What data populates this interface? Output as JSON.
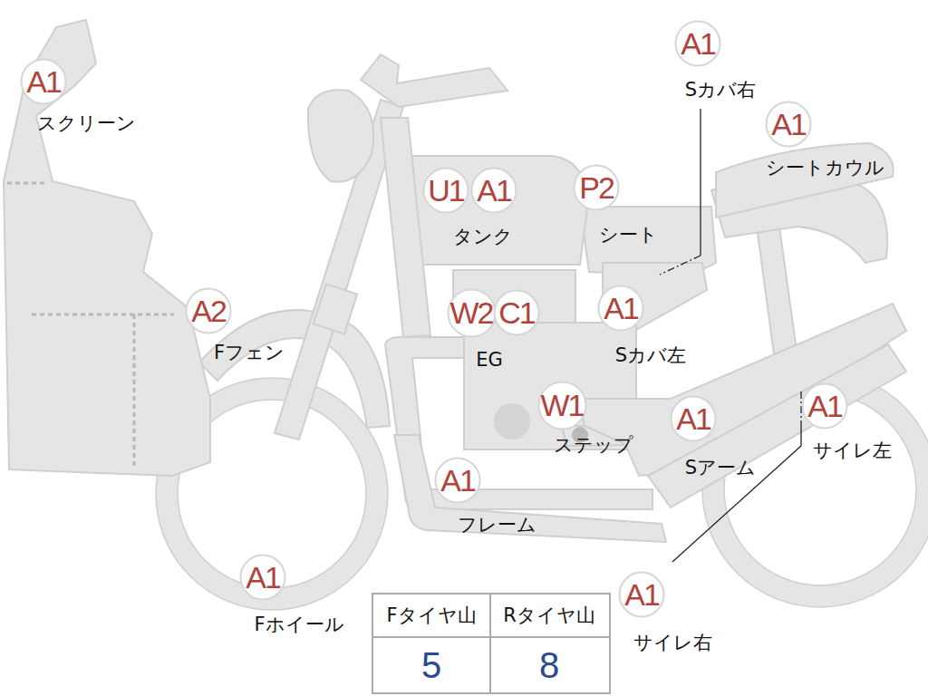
{
  "diagram": {
    "nodes": [
      {
        "text": [
          "A1"
        ]
      },
      {
        "text": [
          "A1"
        ]
      },
      {
        "text": [
          "A1"
        ]
      },
      {
        "text": [
          "U1"
        ]
      },
      {
        "text": [
          "A1"
        ]
      },
      {
        "text": [
          "P2"
        ]
      },
      {
        "text": [
          "A2"
        ]
      },
      {
        "text": [
          "W2"
        ]
      },
      {
        "text": [
          "C1"
        ]
      },
      {
        "text": [
          "A1"
        ]
      },
      {
        "text": [
          "W1"
        ]
      },
      {
        "text": [
          "A1"
        ]
      },
      {
        "text": [
          "A1"
        ]
      },
      {
        "text": [
          "A1"
        ]
      },
      {
        "text": [
          "A1"
        ]
      },
      {
        "text": [
          "A1"
        ]
      }
    ],
    "labels": [
      "Sカバ右",
      "スクリーン",
      "シートカウル",
      "タンク",
      "シート",
      "Fフェン",
      "EG",
      "Sカバ左",
      "ステップ",
      "Sアーム",
      "サイレ左",
      "フレーム",
      "Fホイール",
      "サイレ右",
      "Fタイヤ山",
      "Rタイヤ山",
      "5",
      "8"
    ]
  }
}
